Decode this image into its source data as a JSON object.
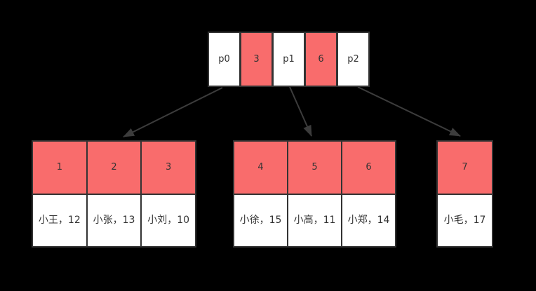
{
  "colors": {
    "bg": "#000000",
    "border": "#333333",
    "key_red": "#f96c6c",
    "cell_white": "#ffffff",
    "text": "#333333",
    "arrow": "#3c3c3c"
  },
  "root_node": {
    "cells": [
      {
        "label": "p0",
        "type": "pointer"
      },
      {
        "label": "3",
        "type": "key"
      },
      {
        "label": "p1",
        "type": "pointer"
      },
      {
        "label": "6",
        "type": "key"
      },
      {
        "label": "p2",
        "type": "pointer"
      }
    ]
  },
  "leaf_nodes": [
    {
      "keys": [
        "1",
        "2",
        "3"
      ],
      "values": [
        "小王，12",
        "小张，13",
        "小刘，10"
      ]
    },
    {
      "keys": [
        "4",
        "5",
        "6"
      ],
      "values": [
        "小徐，15",
        "小高，11",
        "小郑，14"
      ]
    },
    {
      "keys": [
        "7"
      ],
      "values": [
        "小毛，17"
      ]
    }
  ],
  "arrows": [
    {
      "from": "p0",
      "to": "leaf-node-1"
    },
    {
      "from": "p1",
      "to": "leaf-node-2"
    },
    {
      "from": "p2",
      "to": "leaf-node-3"
    }
  ]
}
